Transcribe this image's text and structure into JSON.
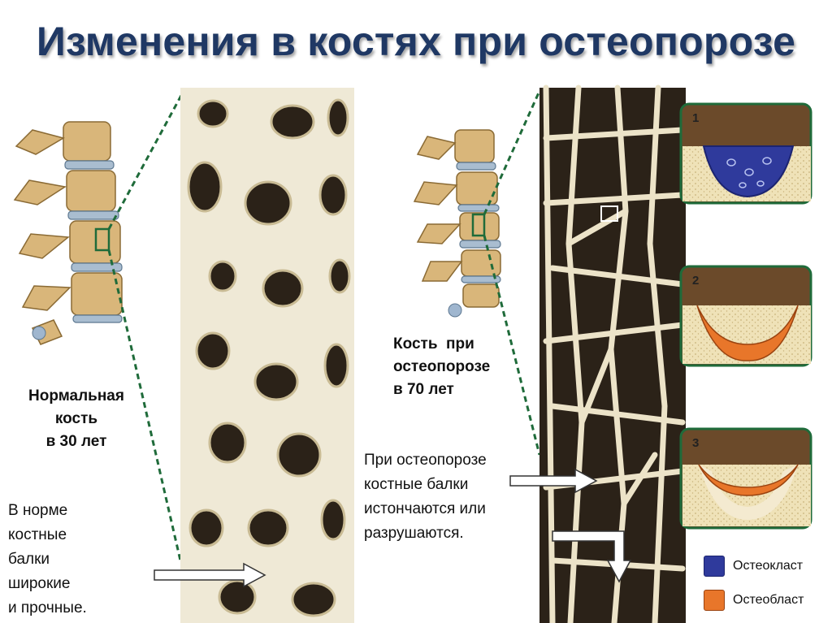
{
  "title": "Изменения в костях при остеопорозе",
  "labels": {
    "normal_bone": [
      "Нормальная",
      "кость",
      "в 30 лет"
    ],
    "normal_desc": [
      "В норме",
      "костные",
      "балки",
      "широкие",
      "и прочные."
    ],
    "osteo_bone": [
      "Кость  при",
      "остеопорозе",
      "в 70 лет"
    ],
    "osteo_desc": [
      "При остеопорозе",
      "костные балки",
      "истончаются или",
      "разрушаются."
    ]
  },
  "stages": [
    "1",
    "2",
    "3"
  ],
  "legend": [
    {
      "name": "Остеокласт",
      "color": "#2f3a9c",
      "icon": "osteoclast-icon"
    },
    {
      "name": "Остеобласт",
      "color": "#e8762a",
      "icon": "osteoblast-icon"
    }
  ],
  "colors": {
    "title": "#1f3864",
    "bone": "#efe9d6",
    "bone_shade": "#c9bb94",
    "marrow": "#2b2218",
    "vertebra": "#d9b67a",
    "disc": "#a9bdd0",
    "dashed_line": "#1f6b3a"
  }
}
